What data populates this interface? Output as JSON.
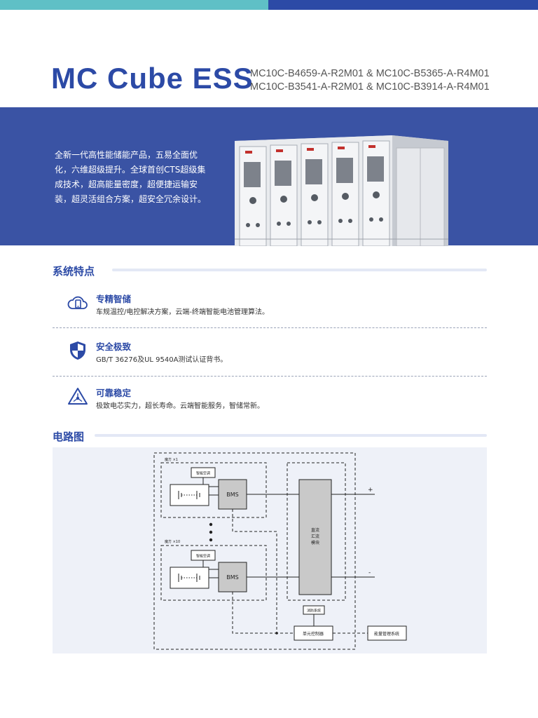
{
  "header": {
    "title": "MC Cube ESS",
    "model_line_1": "MC10C-B4659-A-R2M01 & MC10C-B5365-A-R4M01",
    "model_line_2": "MC10C-B3541-A-R2M01 & MC10C-B3914-A-R4M01"
  },
  "hero": {
    "description": "全新一代高性能储能产品，五易全面优化，六维超级提升。全球首创CTS超级集成技术，超高能量密度，超便捷运输安装，超灵活组合方案，超安全冗余设计。",
    "product_image": "battery-container-image"
  },
  "features_section": {
    "heading": "系统特点",
    "items": [
      {
        "icon": "cloud-phone-icon",
        "title": "专精智储",
        "desc": "车规温控/电控解决方案，云端-终端智能电池管理算法。"
      },
      {
        "icon": "shield-icon",
        "title": "安全极致",
        "desc": "GB/T 36276及UL 9540A测试认证背书。"
      },
      {
        "icon": "triangle-network-icon",
        "title": "可靠稳定",
        "desc": "极致电芯实力，超长寿命。云端智能服务，智储常新。"
      }
    ]
  },
  "circuit_section": {
    "heading": "电路图",
    "labels": {
      "cube1": "魔方 ×1",
      "cube10": "魔方 ×10",
      "ac1": "智能空调",
      "ac2": "智能空调",
      "bms1": "BMS",
      "bms2": "BMS",
      "dc_module_1": "直流",
      "dc_module_2": "汇流",
      "dc_module_3": "模块",
      "plus": "+",
      "minus": "-",
      "fire": "消防系统",
      "unit_ctrl": "单元控制器",
      "ems": "能量管理系统"
    }
  },
  "colors": {
    "brand_blue": "#2c4aa6",
    "teal": "#5fc0c6",
    "hero_bg": "#3a53a4"
  }
}
